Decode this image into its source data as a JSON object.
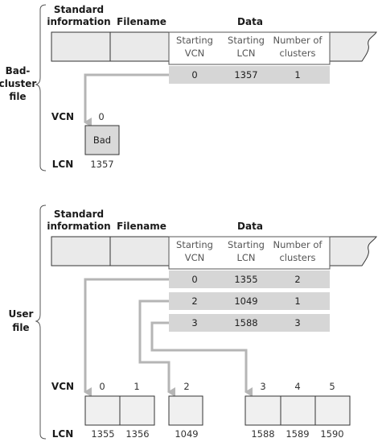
{
  "diagram": {
    "section1": {
      "label_line1": "Bad-",
      "label_line2": "cluster",
      "label_line3": "file",
      "std_info_line1": "Standard",
      "std_info_line2": "information",
      "filename": "Filename",
      "data": "Data",
      "col_starting_vcn_1": "Starting",
      "col_starting_vcn_2": "VCN",
      "col_starting_lcn_1": "Starting",
      "col_starting_lcn_2": "LCN",
      "col_num_clusters_1": "Number of",
      "col_num_clusters_2": "clusters",
      "runs": [
        {
          "vcn": "0",
          "lcn": "1357",
          "count": "1"
        }
      ],
      "vcn_label": "VCN",
      "lcn_label": "LCN",
      "cluster_vcn": "0",
      "cluster_text": "Bad",
      "cluster_lcn": "1357"
    },
    "section2": {
      "label_line1": "User",
      "label_line2": "file",
      "std_info_line1": "Standard",
      "std_info_line2": "information",
      "filename": "Filename",
      "data": "Data",
      "col_starting_vcn_1": "Starting",
      "col_starting_vcn_2": "VCN",
      "col_starting_lcn_1": "Starting",
      "col_starting_lcn_2": "LCN",
      "col_num_clusters_1": "Number of",
      "col_num_clusters_2": "clusters",
      "runs": [
        {
          "vcn": "0",
          "lcn": "1355",
          "count": "2"
        },
        {
          "vcn": "2",
          "lcn": "1049",
          "count": "1"
        },
        {
          "vcn": "3",
          "lcn": "1588",
          "count": "3"
        }
      ],
      "vcn_label": "VCN",
      "lcn_label": "LCN",
      "vcns": [
        "0",
        "1",
        "2",
        "3",
        "4",
        "5"
      ],
      "lcns": [
        "1355",
        "1356",
        "1049",
        "1588",
        "1589",
        "1590"
      ]
    }
  }
}
